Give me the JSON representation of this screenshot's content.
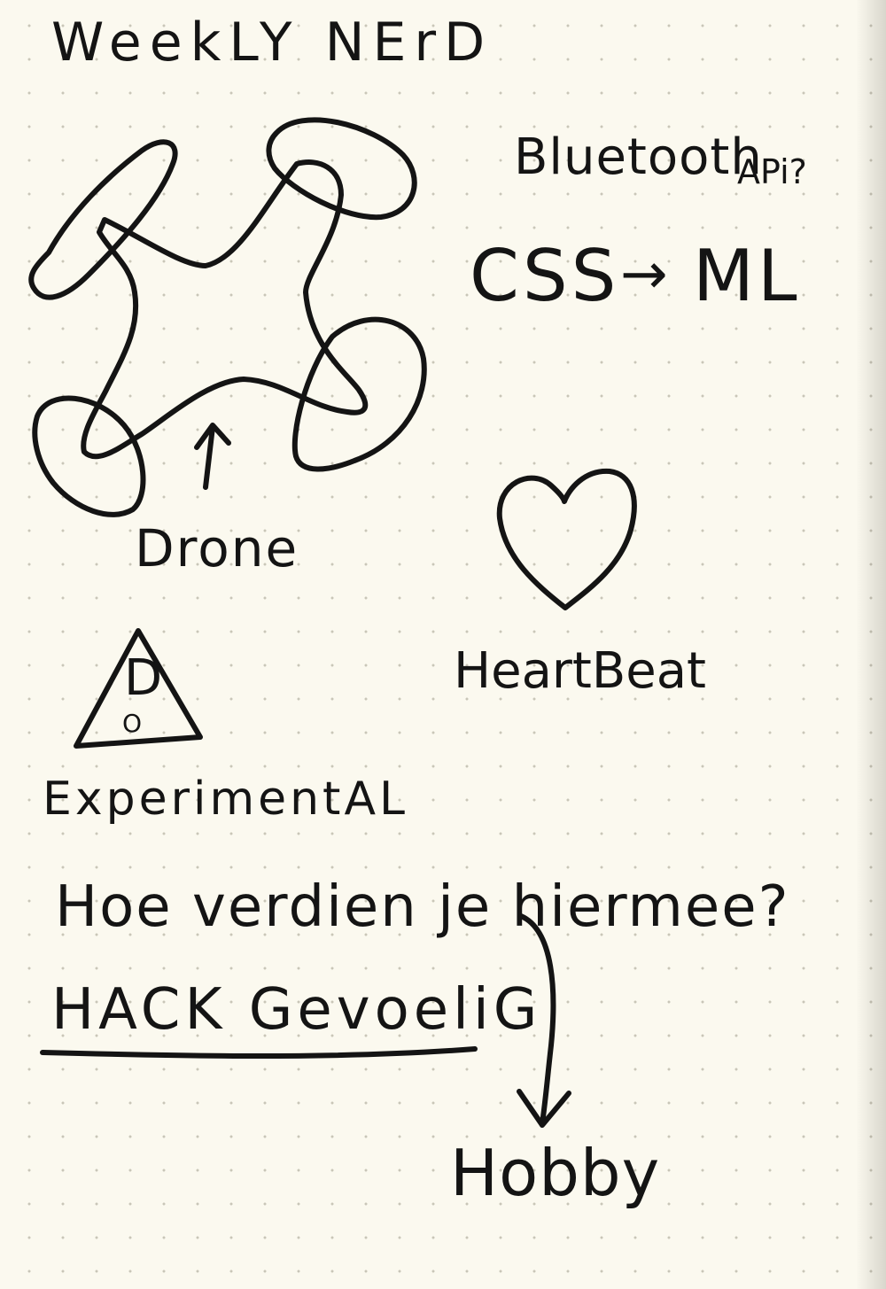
{
  "notes": {
    "title": "WeekLY NErD",
    "bluetooth": "Bluetooth",
    "api": "APi?",
    "css": "CSS",
    "arrow": "→",
    "ml": "ML",
    "drone_label": "Drone",
    "heartbeat_label": "HeartBeat",
    "experimental_label": "ExperimentAL",
    "triangle_letter_top": "D",
    "triangle_letter_bottom": "O",
    "question": "Hoe verdien je hiermee?",
    "hack": "HACK GevoeliG",
    "hobby": "Hobby"
  },
  "ink_color": "#141414",
  "paper_color": "#fbf9ef"
}
